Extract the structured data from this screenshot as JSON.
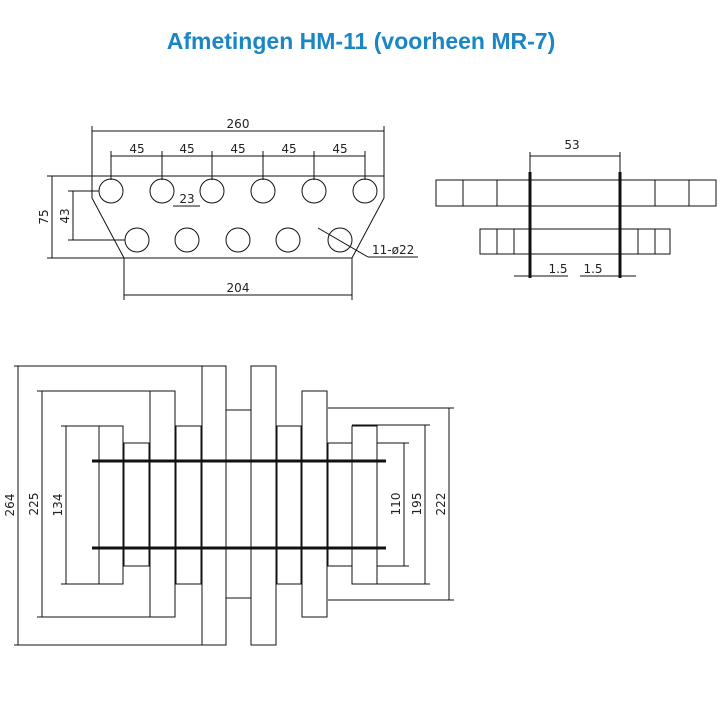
{
  "title": "Afmetingen HM-11 (voorheen MR-7)",
  "colors": {
    "title": "#1a86c6",
    "line": "#111111"
  },
  "front_view": {
    "overall_width": "260",
    "pitch": [
      "45",
      "45",
      "45",
      "45",
      "45"
    ],
    "height": "75",
    "row_spacing": "43",
    "offset": "23",
    "bottom_width": "204",
    "holes_note": "11-ø22"
  },
  "side_view": {
    "width": "53",
    "gap_left": "1.5",
    "gap_right": "1.5"
  },
  "bottom_view": {
    "left_dims": [
      "264",
      "225",
      "134"
    ],
    "right_dims": [
      "110",
      "195",
      "222"
    ]
  }
}
